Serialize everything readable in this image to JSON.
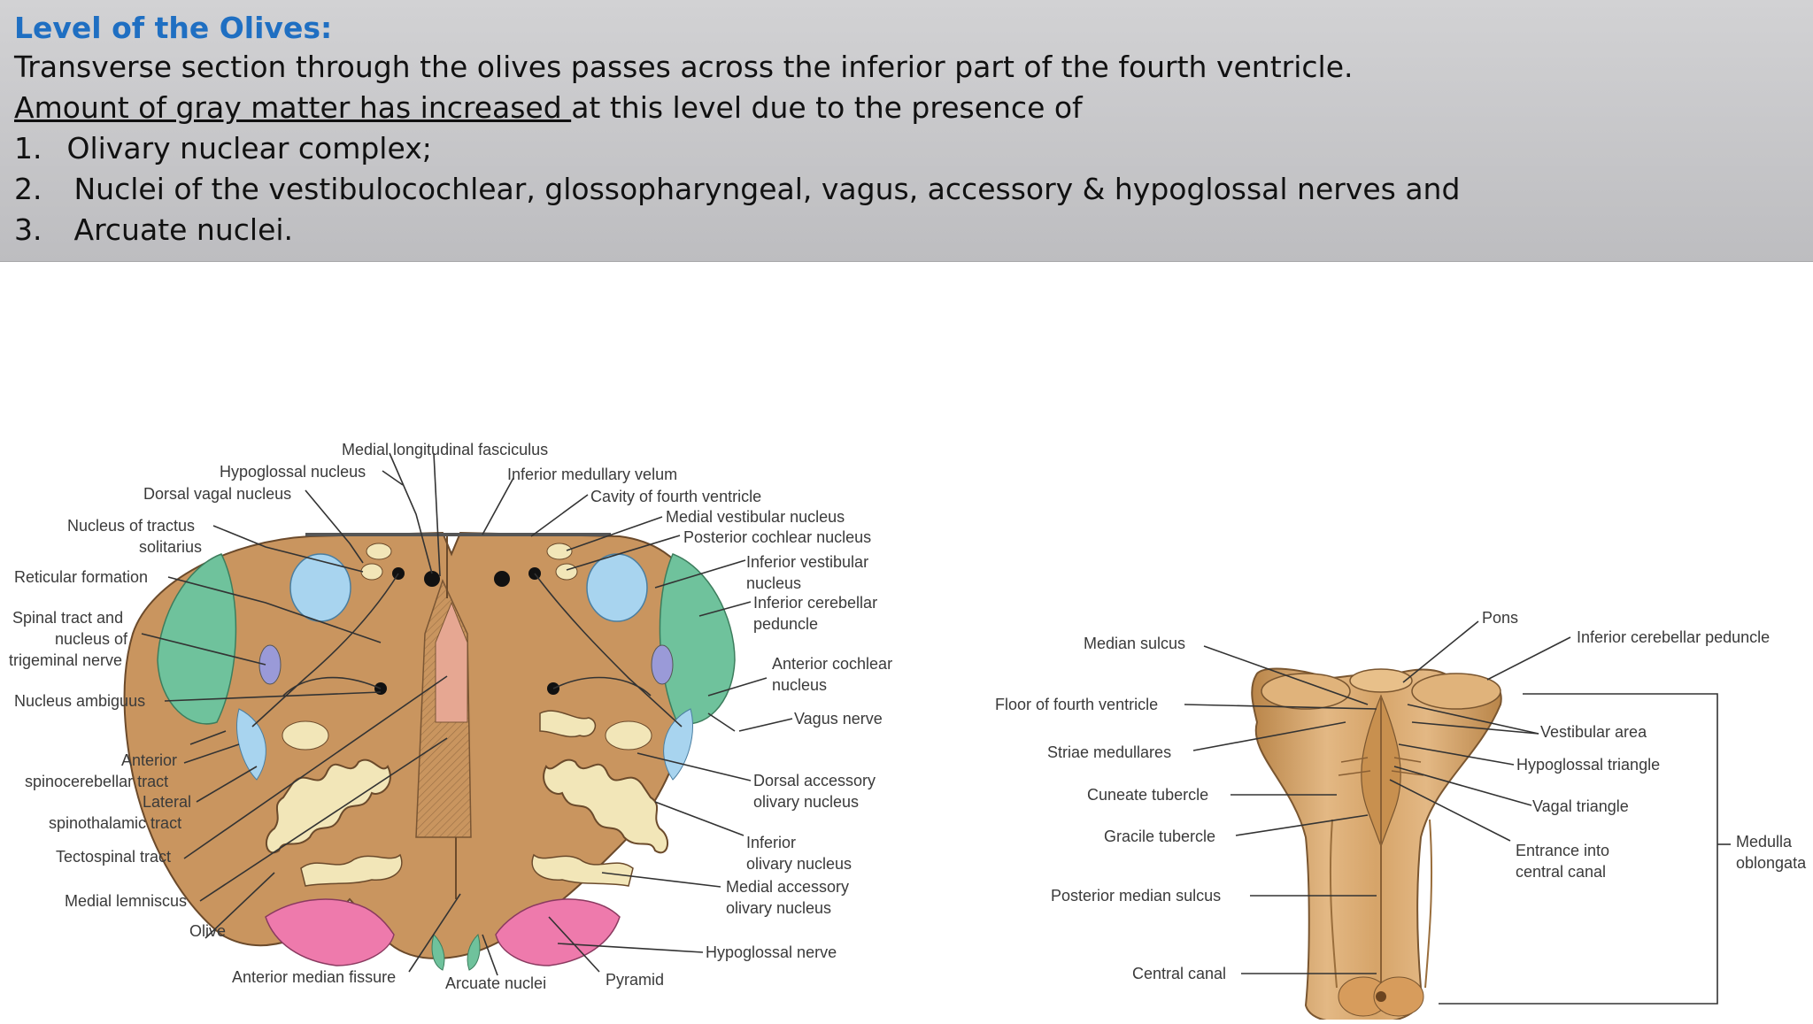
{
  "header": {
    "title": "Level of the Olives:",
    "line1": "Transverse section through the olives passes across the inferior part of the fourth ventricle.",
    "line2_underlined": "Amount of gray matter has increased ",
    "line2_rest": "at this level due to the presence of",
    "items": [
      {
        "num": "1.",
        "text": "Olivary nuclear complex;"
      },
      {
        "num": "2.",
        "text": "Nuclei of the vestibulocochlear, glossopharyngeal, vagus, accessory & hypoglossal nerves and"
      },
      {
        "num": "3.",
        "text": "Arcuate nuclei."
      }
    ]
  },
  "section_labels": {
    "mlf": "Medial longitudinal fasciculus",
    "hypoglossal_nucleus": "Hypoglossal nucleus",
    "inferior_medullary_velum": "Inferior medullary velum",
    "dorsal_vagal_nucleus": "Dorsal vagal nucleus",
    "cavity_fourth_ventricle": "Cavity of fourth ventricle",
    "medial_vestibular_nucleus": "Medial vestibular nucleus",
    "tractus_solitarius_1": "Nucleus of tractus",
    "tractus_solitarius_2": "solitarius",
    "posterior_cochlear_nucleus": "Posterior cochlear nucleus",
    "reticular_formation": "Reticular formation",
    "inferior_vestibular_1": "Inferior vestibular",
    "inferior_vestibular_2": "nucleus",
    "spinal_trigeminal_1": "Spinal tract and",
    "spinal_trigeminal_2": "nucleus of",
    "spinal_trigeminal_3": "trigeminal nerve",
    "inferior_cerebellar_1": "Inferior cerebellar",
    "inferior_cerebellar_2": "peduncle",
    "anterior_cochlear_1": "Anterior cochlear",
    "anterior_cochlear_2": "nucleus",
    "nucleus_ambiguus": "Nucleus ambiguus",
    "vagus_nerve": "Vagus nerve",
    "anterior_spinocerebellar_1": "Anterior",
    "anterior_spinocerebellar_2": "spinocerebellar tract",
    "dorsal_accessory_1": "Dorsal accessory",
    "dorsal_accessory_2": "olivary nucleus",
    "lateral_spinothalamic_1": "Lateral",
    "lateral_spinothalamic_2": "spinothalamic tract",
    "inferior_olivary_1": "Inferior",
    "inferior_olivary_2": "olivary nucleus",
    "tectospinal_tract": "Tectospinal tract",
    "medial_accessory_1": "Medial accessory",
    "medial_accessory_2": "olivary nucleus",
    "medial_lemniscus": "Medial lemniscus",
    "olive": "Olive",
    "hypoglossal_nerve": "Hypoglossal nerve",
    "anterior_median_fissure": "Anterior median fissure",
    "arcuate_nuclei": "Arcuate nuclei",
    "pyramid": "Pyramid"
  },
  "brainstem_labels": {
    "pons": "Pons",
    "median_sulcus": "Median sulcus",
    "inferior_cerebellar_peduncle": "Inferior cerebellar peduncle",
    "floor_fourth_ventricle": "Floor of fourth ventricle",
    "vestibular_area": "Vestibular area",
    "striae_medullares": "Striae medullares",
    "hypoglossal_triangle": "Hypoglossal triangle",
    "cuneate_tubercle": "Cuneate tubercle",
    "vagal_triangle": "Vagal triangle",
    "gracile_tubercle": "Gracile tubercle",
    "entrance_central_canal_1": "Entrance into",
    "entrance_central_canal_2": "central canal",
    "medulla_1": "Medulla",
    "medulla_2": "oblongata",
    "posterior_median_sulcus": "Posterior median sulcus",
    "central_canal": "Central canal"
  },
  "colors": {
    "title_blue": "#1f6fc2",
    "tissue_tan": "#c9955f",
    "cerebellar_green": "#6fc29c",
    "nucleus_blue": "#a8d4ef",
    "pyramid_pink": "#ee7aac",
    "olive_cream": "#f2e6b8"
  }
}
